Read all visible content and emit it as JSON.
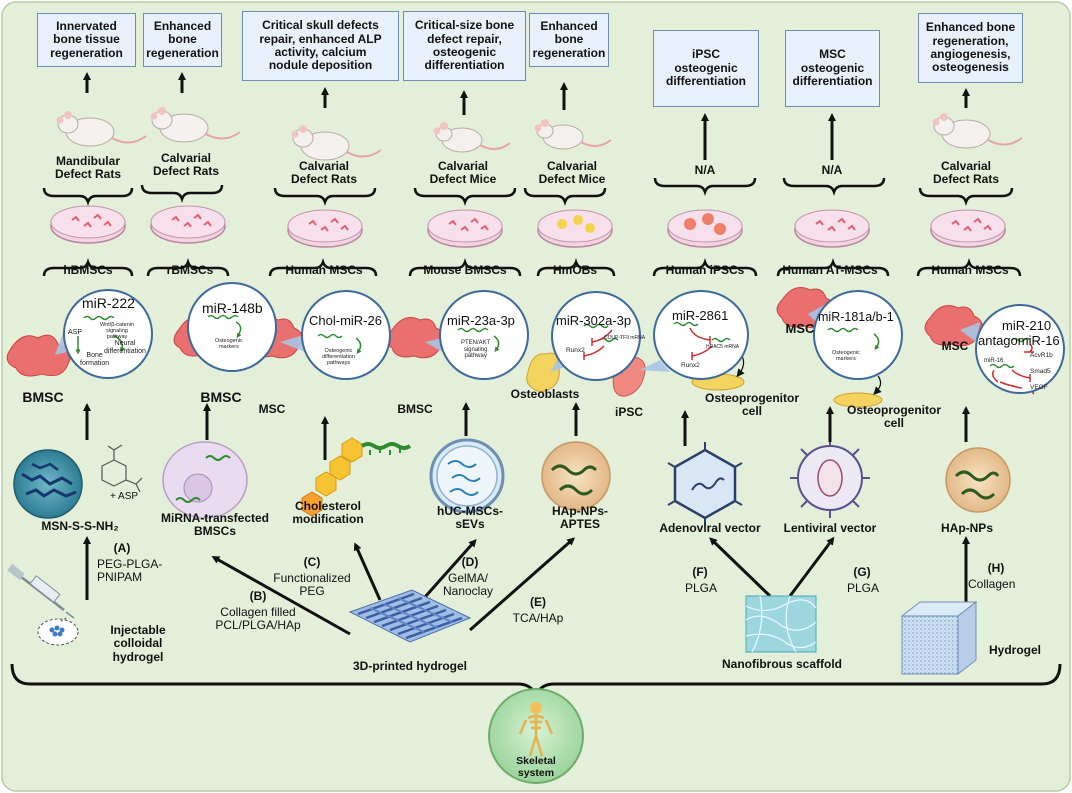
{
  "outcomes": {
    "a": "Innervated\nbone tissue\nregeneration",
    "b": "Enhanced\nbone\nregeneration",
    "c": "Critical skull defects\nrepair, enhanced ALP\nactivity, calcium\nnodule deposition",
    "d": "Critical-size bone\ndefect repair,\nosteogenic\ndifferentiation",
    "e": "Enhanced\nbone\nregeneration",
    "f": "iPSC\nosteogenic\ndifferentiation",
    "g": "MSC\nosteogenic\ndifferentiation",
    "h": "Enhanced bone\nregeneration,\nangiogenesis,\nosteogenesis"
  },
  "models": {
    "a": "Mandibular\nDefect Rats",
    "b": "Calvarial\nDefect Rats",
    "c": "Calvarial\nDefect Rats",
    "d": "Calvarial\nDefect Mice",
    "e": "Calvarial\nDefect Mice",
    "f": "N/A",
    "g": "N/A",
    "h": "Calvarial\nDefect Rats"
  },
  "cells": {
    "a": "hBMSCs",
    "b": "rBMSCs",
    "c": "Human MSCs",
    "d": "Mouse BMSCs",
    "e": "HmOBs",
    "f": "Human iPSCs",
    "g": "Human AT-MSCs",
    "h": "Human MSCs"
  },
  "mirna": {
    "a": "miR-222",
    "b": "miR-148b",
    "c": "Chol-miR-26",
    "d": "miR-23a-3p",
    "e": "miR-302a-3p",
    "f": "miR-2861",
    "g": "miR-181a/b-1",
    "h1": "miR-210",
    "h2": "antagomiR-16"
  },
  "pathways": {
    "a_wnt": "Wnt/β-catenin\nsignaling\npathway",
    "a_neural": "Neural\ndifferentiation",
    "a_bone": "Bone\nformation",
    "a_asp": "ASP",
    "b": "Osteogenic\nmarkers",
    "c": "Osteogenic\ndifferentiation\npathways",
    "d": "PTEN/AKT\nsignaling\npathway",
    "e_coup": "COUP-TFII mRNA",
    "e_runx": "Runx2",
    "f_hdac": "HDAC5 mRNA",
    "f_runx": "Runx2",
    "g": "Osteogenic\nmarkers",
    "h_acvr": "AcvR1b",
    "h_mir16": "miR-16",
    "h_smad": "Smad5",
    "h_vegf": "VEGF"
  },
  "cell_types": {
    "bmsc_a": "BMSC",
    "bmsc_b": "BMSC",
    "msc_c": "MSC",
    "bmsc_d": "BMSC",
    "osteoblasts": "Osteoblasts",
    "ipsc": "iPSC",
    "msc_g": "MSC",
    "msc_h": "MSC",
    "osteoprogenitor_f": "Osteoprogenitor\ncell",
    "osteoprogenitor_g": "Osteoprogenitor\ncell"
  },
  "carriers": {
    "a": "MSN-S-S-NH₂",
    "a_asp": "+ ASP",
    "b": "MiRNA-transfected\nBMSCs",
    "c": "Cholesterol\nmodification",
    "d": "hUC-MSCs-\nsEVs",
    "e": "HAp-NPs-\nAPTES",
    "f": "Adenoviral vector",
    "g": "Lentiviral vector",
    "h": "HAp-NPs"
  },
  "routes": {
    "a_letter": "(A)",
    "a_mat": "PEG-PLGA-\nPNIPAM",
    "b_letter": "(B)",
    "b_mat": "Collagen filled\nPCL/PLGA/HAp",
    "c_letter": "(C)",
    "c_mat": "Functionalized\nPEG",
    "d_letter": "(D)",
    "d_mat": "GelMA/\nNanoclay",
    "e_letter": "(E)",
    "e_mat": "TCA/HAp",
    "f_letter": "(F)",
    "f_mat": "PLGA",
    "g_letter": "(G)",
    "g_mat": "PLGA",
    "h_letter": "(H)",
    "h_mat": "Collagen"
  },
  "scaffolds": {
    "injectable": "Injectable\ncolloidal\nhydrogel",
    "printed": "3D-printed hydrogel",
    "nanofibrous": "Nanofibrous scaffold",
    "hydrogel": "Hydrogel"
  },
  "center": "Skeletal\nsystem",
  "colors": {
    "background": "#e4efda",
    "outcome_fill": "#e8f1fb",
    "circle_border": "#3d6a9a",
    "cell_red": "#e86a6a",
    "mirna_green": "#2e8b2e",
    "inhibit_red": "#d03030"
  }
}
